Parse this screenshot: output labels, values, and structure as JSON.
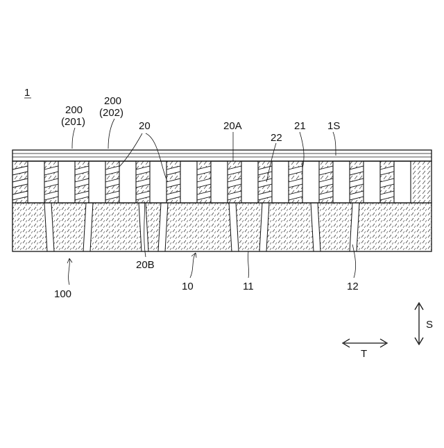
{
  "figure": {
    "ref": "1",
    "labels": {
      "l200a": "200",
      "l201": "(201)",
      "l200b": "200",
      "l202": "(202)",
      "l20": "20",
      "l20A": "20A",
      "l22": "22",
      "l21": "21",
      "l1S": "1S",
      "l20B": "20B",
      "l100": "100",
      "l10": "10",
      "l11": "11",
      "l12": "12",
      "lS": "S",
      "lT": "T"
    }
  }
}
